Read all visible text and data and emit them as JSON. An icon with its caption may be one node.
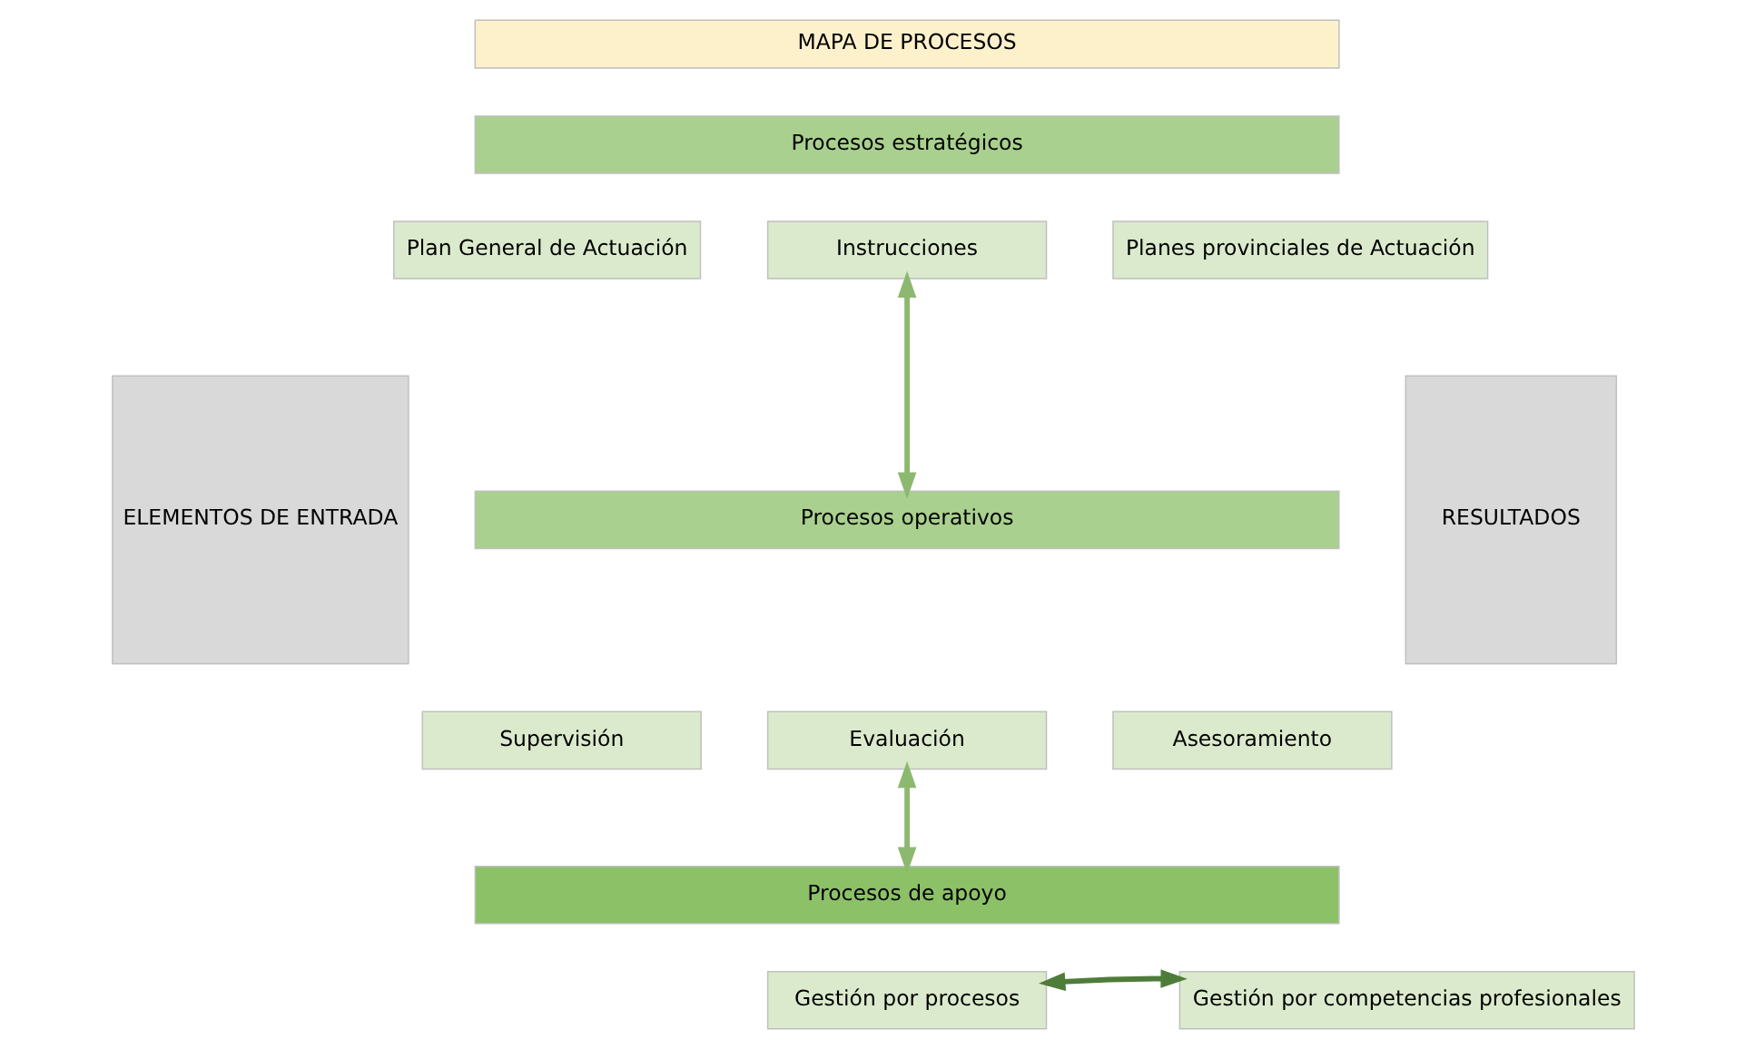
{
  "diagram": {
    "nodes": [
      {
        "text": [
          "ELEMENTOS DE ENTRADA"
        ]
      },
      {
        "text": [
          "MAPA DE PROCESOS"
        ]
      },
      {
        "text": [
          "Procesos estratégicos"
        ]
      },
      {
        "text": [
          "Plan General de Actuación"
        ]
      },
      {
        "text": [
          "Instrucciones"
        ]
      },
      {
        "text": [
          "Planes provinciales de Actuación"
        ]
      },
      {
        "text": [
          "Procesos operativos"
        ]
      },
      {
        "text": [
          "Supervisión"
        ]
      },
      {
        "text": [
          "Evaluación"
        ]
      },
      {
        "text": [
          "Asesoramiento"
        ]
      },
      {
        "text": [
          "Procesos de apoyo"
        ]
      },
      {
        "text": [
          "Gestión por procesos"
        ]
      },
      {
        "text": [
          "Gestión por competencias profesionales"
        ]
      },
      {
        "text": [
          "RESULTADOS"
        ]
      }
    ],
    "edges": [
      {
        "from": 4,
        "to": 6,
        "arrow": "both"
      },
      {
        "from": 8,
        "to": 10,
        "arrow": "both"
      },
      {
        "from": 11,
        "to": 12,
        "arrow": "both",
        "color": "#4e7d3a"
      }
    ]
  }
}
